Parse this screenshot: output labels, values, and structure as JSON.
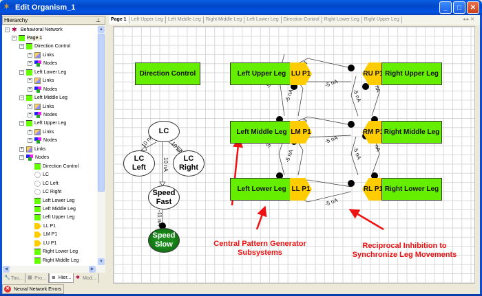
{
  "window": {
    "title": "Edit Organism_1",
    "buttons": [
      "minimize",
      "maximize",
      "close"
    ]
  },
  "hierarchy_panel": {
    "header": "Hierarchy",
    "pin_icon": "pin-icon",
    "tree": [
      {
        "label": "Behavioral Network",
        "icon": "network-bug-icon",
        "level": 0,
        "expander": "-"
      },
      {
        "label": "Page 1",
        "icon": "green-square-icon",
        "level": 1,
        "expander": "-"
      },
      {
        "label": "Direction Control",
        "icon": "green-square-icon",
        "level": 2,
        "expander": "-"
      },
      {
        "label": "Links",
        "icon": "links-icon",
        "level": 3,
        "expander": "+"
      },
      {
        "label": "Nodes",
        "icon": "nodes-icon",
        "level": 3,
        "expander": "+"
      },
      {
        "label": "Left Lower Leg",
        "icon": "green-square-icon",
        "level": 2,
        "expander": "-"
      },
      {
        "label": "Links",
        "icon": "links-icon",
        "level": 3,
        "expander": "+"
      },
      {
        "label": "Nodes",
        "icon": "nodes-icon",
        "level": 3,
        "expander": "+"
      },
      {
        "label": "Left Middle Leg",
        "icon": "green-square-icon",
        "level": 2,
        "expander": "-"
      },
      {
        "label": "Links",
        "icon": "links-icon",
        "level": 3,
        "expander": "+"
      },
      {
        "label": "Nodes",
        "icon": "nodes-icon",
        "level": 3,
        "expander": "+"
      },
      {
        "label": "Left Upper Leg",
        "icon": "green-square-icon",
        "level": 2,
        "expander": "-"
      },
      {
        "label": "Links",
        "icon": "links-icon",
        "level": 3,
        "expander": "+"
      },
      {
        "label": "Nodes",
        "icon": "nodes-icon",
        "level": 3,
        "expander": "+"
      },
      {
        "label": "Links",
        "icon": "links-icon",
        "level": 2,
        "expander": "+"
      },
      {
        "label": "Nodes",
        "icon": "nodes-icon",
        "level": 2,
        "expander": "-"
      },
      {
        "label": "Direction Control",
        "icon": "green-square-icon",
        "level": 3,
        "expander": ""
      },
      {
        "label": "LC",
        "icon": "neuron-circle-icon",
        "level": 3,
        "expander": ""
      },
      {
        "label": "LC Left",
        "icon": "neuron-circle-icon",
        "level": 3,
        "expander": ""
      },
      {
        "label": "LC Right",
        "icon": "neuron-circle-icon",
        "level": 3,
        "expander": ""
      },
      {
        "label": "Left Lower Leg",
        "icon": "green-square-icon",
        "level": 3,
        "expander": ""
      },
      {
        "label": "Left Middle Leg",
        "icon": "green-square-icon",
        "level": 3,
        "expander": ""
      },
      {
        "label": "Left Upper Leg",
        "icon": "green-square-icon",
        "level": 3,
        "expander": ""
      },
      {
        "label": "LL P1",
        "icon": "pentagon-icon",
        "level": 3,
        "expander": ""
      },
      {
        "label": "LM P1",
        "icon": "pentagon-icon",
        "level": 3,
        "expander": ""
      },
      {
        "label": "LU P1",
        "icon": "pentagon-icon",
        "level": 3,
        "expander": ""
      },
      {
        "label": "Right Lower Leg",
        "icon": "green-square-icon",
        "level": 3,
        "expander": ""
      },
      {
        "label": "Right Middle Leg",
        "icon": "green-square-icon",
        "level": 3,
        "expander": ""
      }
    ],
    "bottom_tabs": [
      {
        "label": "Too...",
        "icon": "wrench-icon",
        "active": false
      },
      {
        "label": "Pro...",
        "icon": "properties-icon",
        "active": false
      },
      {
        "label": "Hier...",
        "icon": "hierarchy-icon",
        "active": true
      },
      {
        "label": "Mod...",
        "icon": "modules-icon",
        "active": false
      }
    ]
  },
  "error_tab": {
    "label": "Neural Network Errors",
    "icon": "error-icon"
  },
  "document_tabs": [
    {
      "label": "Page 1",
      "active": true
    },
    {
      "label": "Left Upper Leg",
      "active": false
    },
    {
      "label": "Left Middle Leg",
      "active": false
    },
    {
      "label": "Right Middle Leg",
      "active": false
    },
    {
      "label": "Left Lower Leg",
      "active": false
    },
    {
      "label": "Direction Control",
      "active": false
    },
    {
      "label": "Right Lower Leg",
      "active": false
    },
    {
      "label": "Right Upper Leg",
      "active": false
    }
  ],
  "diagram": {
    "subsystems": {
      "direction_control": "Direction Control",
      "left_upper": "Left Upper Leg",
      "left_middle": "Left Middle Leg",
      "left_lower": "Left Lower Leg",
      "right_upper": "Right Upper Leg",
      "right_middle": "Right Middle Leg",
      "right_lower": "Right Lower Leg"
    },
    "pacemakers": {
      "lu": "LU P1",
      "lm": "LM P1",
      "ll": "LL P1",
      "ru": "RU P1",
      "rm": "RM P1",
      "rl": "RL P1"
    },
    "neurons": {
      "lc": "LC",
      "lc_left": "LC Left",
      "lc_right": "LC Right",
      "speed_fast": "Speed Fast",
      "speed_slow": "Speed Slow"
    },
    "link_labels": {
      "excitatory": "10 nA",
      "speed": "-11 nA",
      "inhibitory": "-5 nA"
    },
    "annotations": {
      "cpg": "Central Pattern Generator Subsystems",
      "reciprocal": "Reciprocal Inhibition to Synchronize Leg Movements"
    },
    "colors": {
      "subsystem": "#66ee00",
      "pacemaker": "#ffcc00",
      "annotation": "#ee1111",
      "speed_slow": "#117711"
    }
  }
}
